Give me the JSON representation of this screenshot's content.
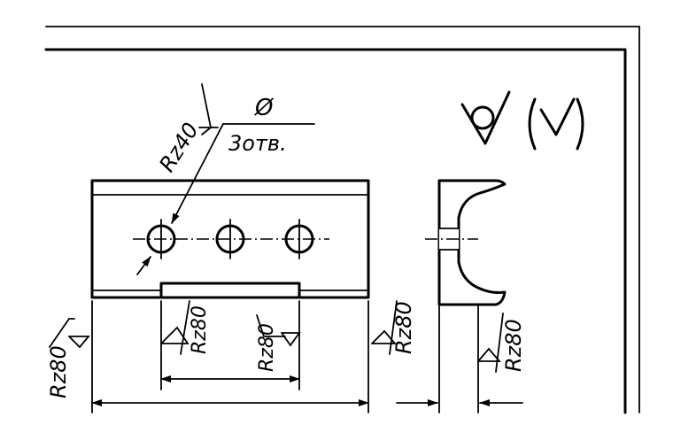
{
  "note_top": {
    "symbol": "Ø",
    "text": "3отв."
  },
  "roughness_labels": {
    "hole": "Rz40",
    "left_edge": "Rz80",
    "slot_left": "Rz80",
    "slot_right": "Rz80",
    "right_edge": "Rz80",
    "section": "Rz80"
  },
  "colors": {
    "line": "#000000",
    "background": "#ffffff"
  }
}
